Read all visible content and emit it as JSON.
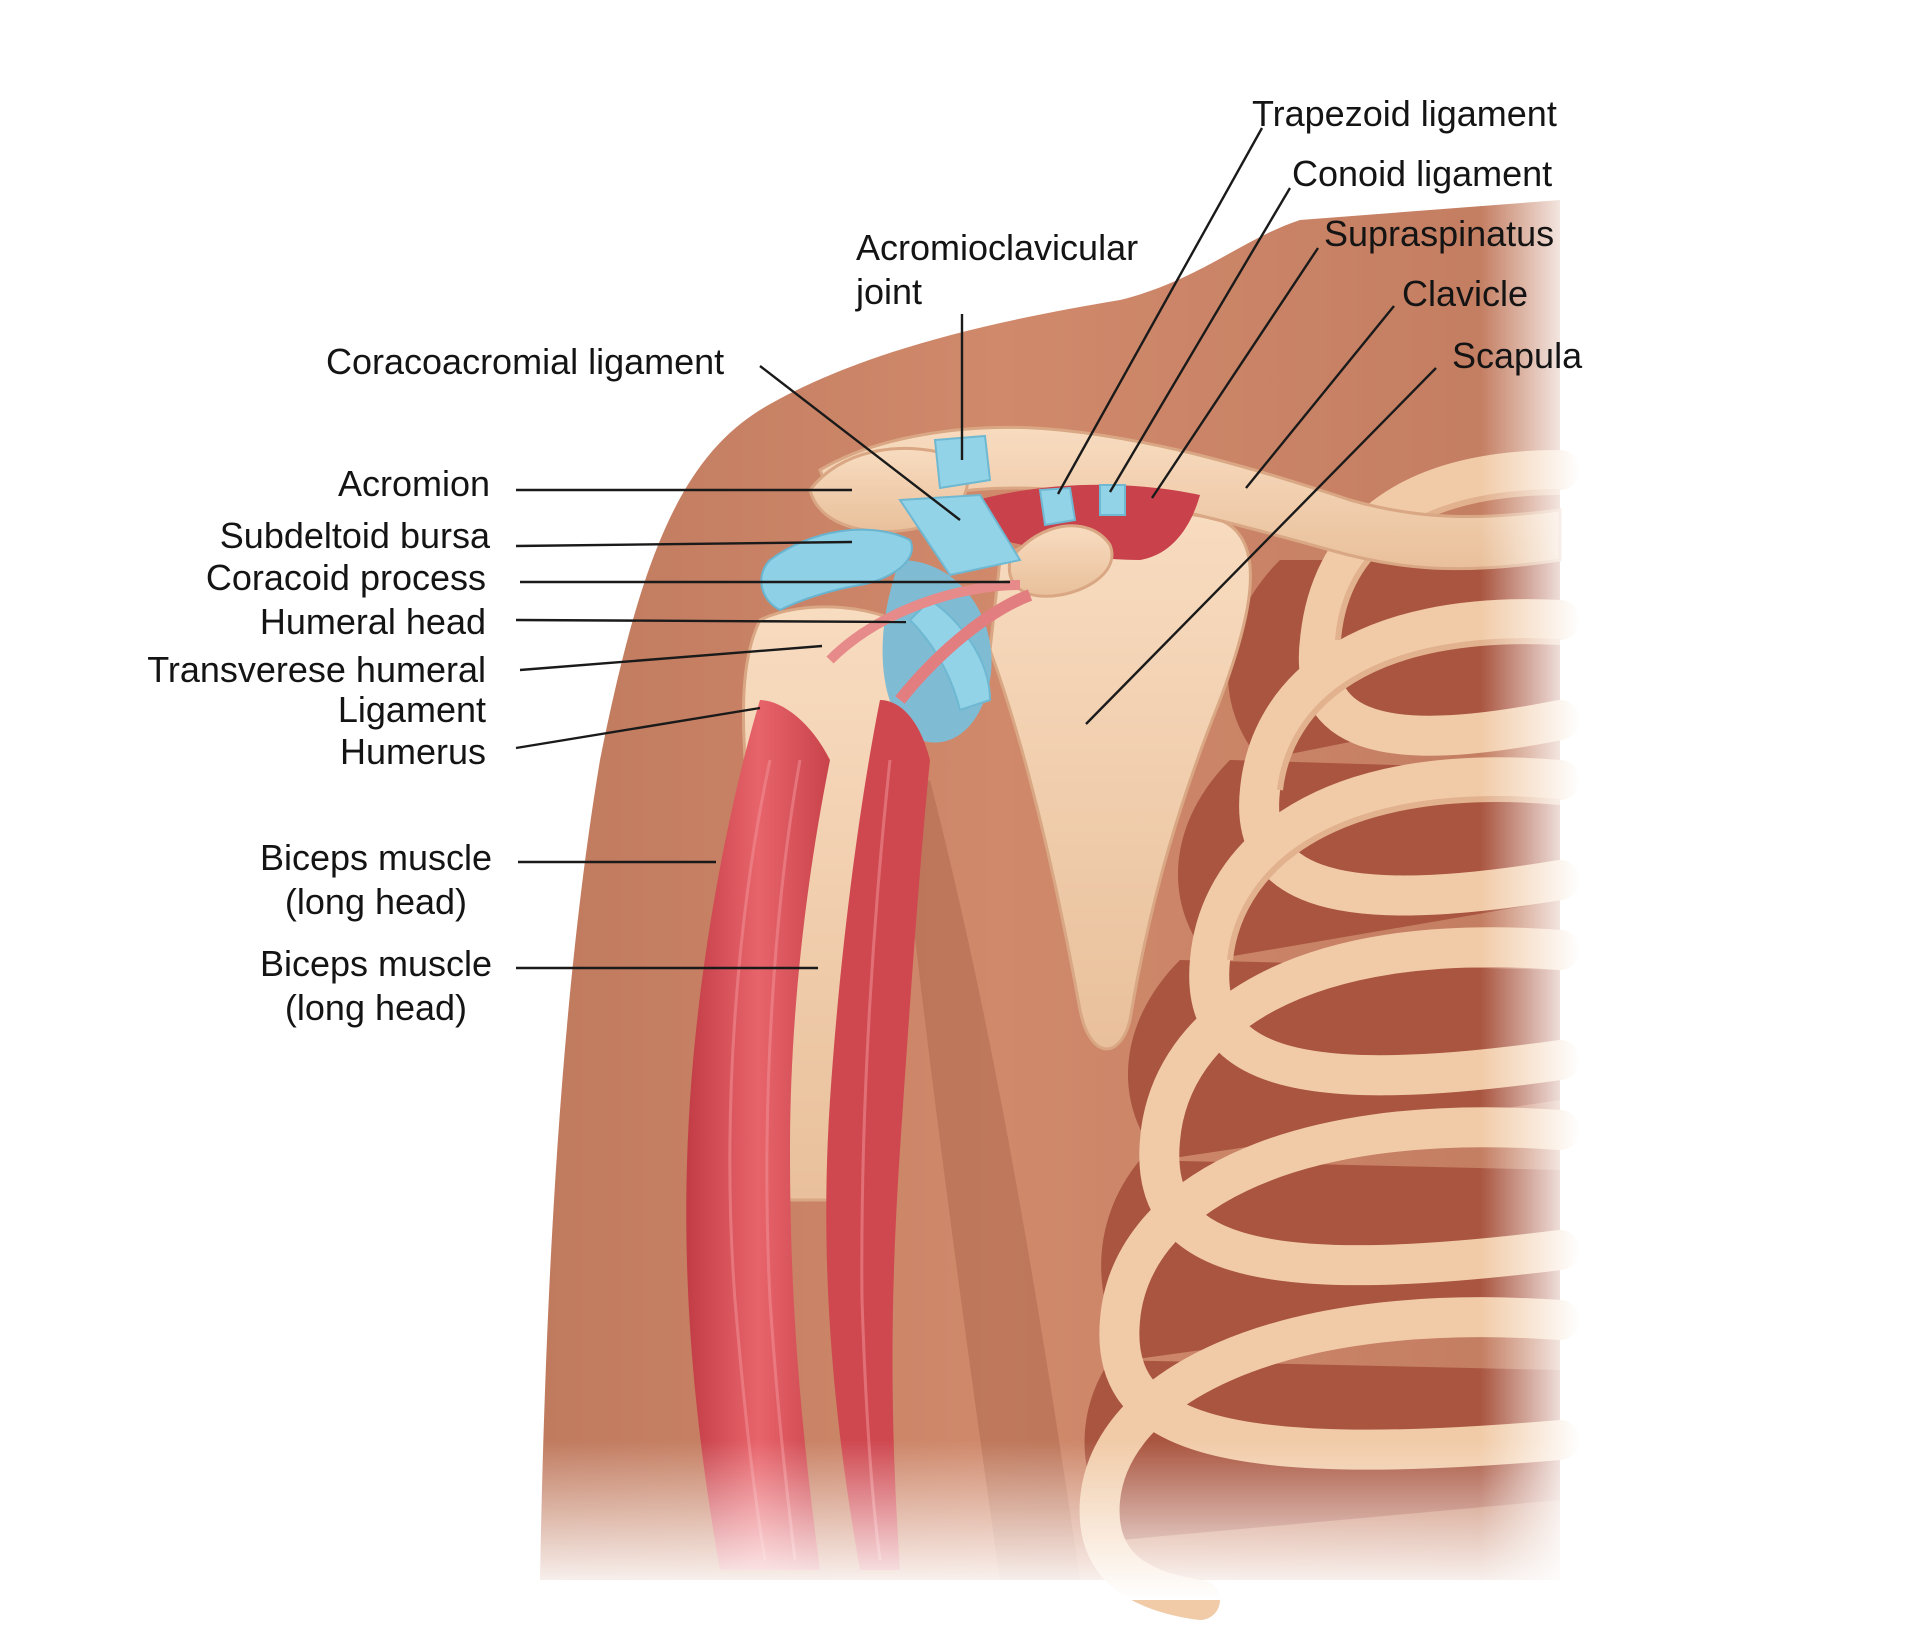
{
  "labels": {
    "trapezoid_ligament": "Trapezoid ligament",
    "conoid_ligament": "Conoid ligament",
    "supraspinatus": "Supraspinatus",
    "clavicle": "Clavicle",
    "scapula": "Scapula",
    "acromioclavicular_joint_line1": "Acromioclavicular",
    "acromioclavicular_joint_line2": "joint",
    "coracoacromial_ligament": "Coracoacromial ligament",
    "acromion": "Acromion",
    "subdeltoid_bursa": "Subdeltoid bursa",
    "coracoid_process": "Coracoid process",
    "humeral_head": "Humeral head",
    "transverse_humeral_line1": "Transverese humeral",
    "transverse_humeral_line2": "Ligament",
    "humerus": "Humerus",
    "biceps_long_line1": "Biceps muscle",
    "biceps_long_line2": "(long head)",
    "biceps_second_line1": "Biceps muscle",
    "biceps_second_line2": "(long head)"
  },
  "colors": {
    "skin": "#c98467",
    "skin_dark": "#b36d52",
    "bone": "#f4d2b2",
    "bone_shade": "#e2b48f",
    "muscle": "#d84d55",
    "muscle_light": "#f07b80",
    "ligament_blue": "#8fd0e6",
    "intercostal": "#a8553f",
    "leader_line": "#1a1a1a"
  }
}
